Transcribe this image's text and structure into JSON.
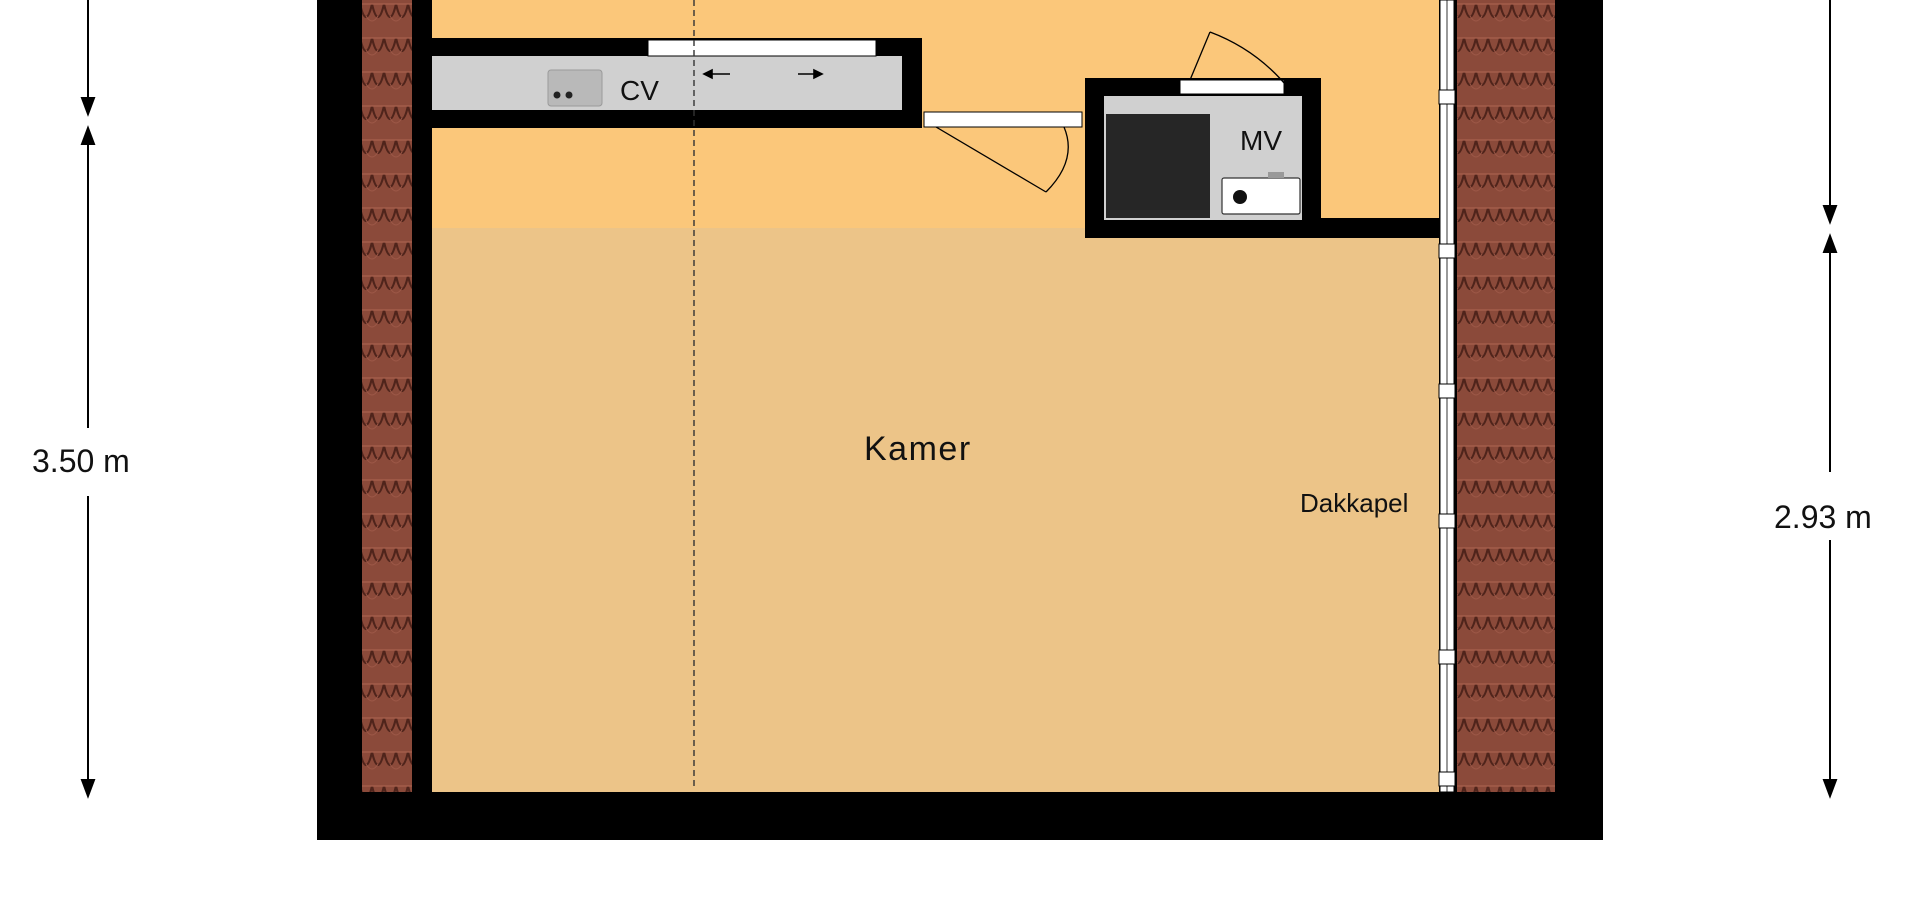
{
  "floorplan": {
    "rooms": {
      "main": "Kamer",
      "cv": "CV",
      "mv": "MV",
      "dormer": "Dakkapel"
    },
    "dimensions": {
      "left_height": "3.50 m",
      "right_height": "2.93 m"
    },
    "colors": {
      "background": "#ffffff",
      "wall": "#000000",
      "floor_main": "#ecc488",
      "floor_top": "#fbc77a",
      "cupboard": "#d0d0d0",
      "roof_tile": "#8b4a3a",
      "roof_tile_dark": "#5e2c22",
      "appliance": "#262626",
      "dim_line": "#000000"
    },
    "icons": {
      "boiler": "boiler-icon",
      "washer": "washing-machine-icon",
      "dryer": "dryer-icon",
      "sliding_arrows": "arrow-left-right-icon"
    }
  }
}
